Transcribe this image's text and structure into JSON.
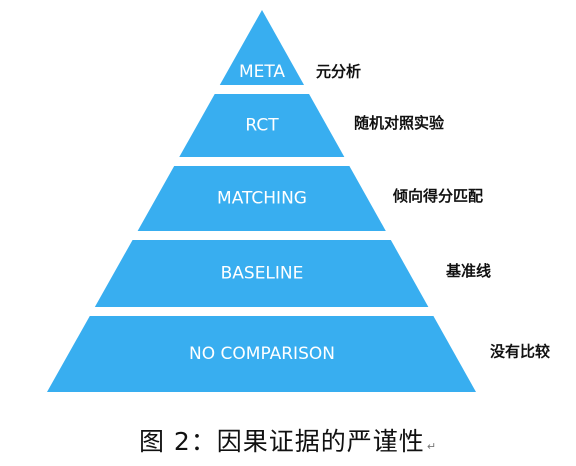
{
  "tiers": [
    {
      "label": "META",
      "annotation": "元分析"
    },
    {
      "label": "RCT",
      "annotation": "随机对照实验"
    },
    {
      "label": "MATCHING",
      "annotation": "倾向得分匹配"
    },
    {
      "label": "BASELINE",
      "annotation": "基准线"
    },
    {
      "label": "NO COMPARISON",
      "annotation": "没有比较"
    }
  ],
  "colors": {
    "tier_fill": "#38aef0",
    "tier_text": "#ffffff",
    "annotation_text": "#111111"
  },
  "caption": {
    "text": "图 2：因果证据的严谨性",
    "mark": "↵"
  }
}
